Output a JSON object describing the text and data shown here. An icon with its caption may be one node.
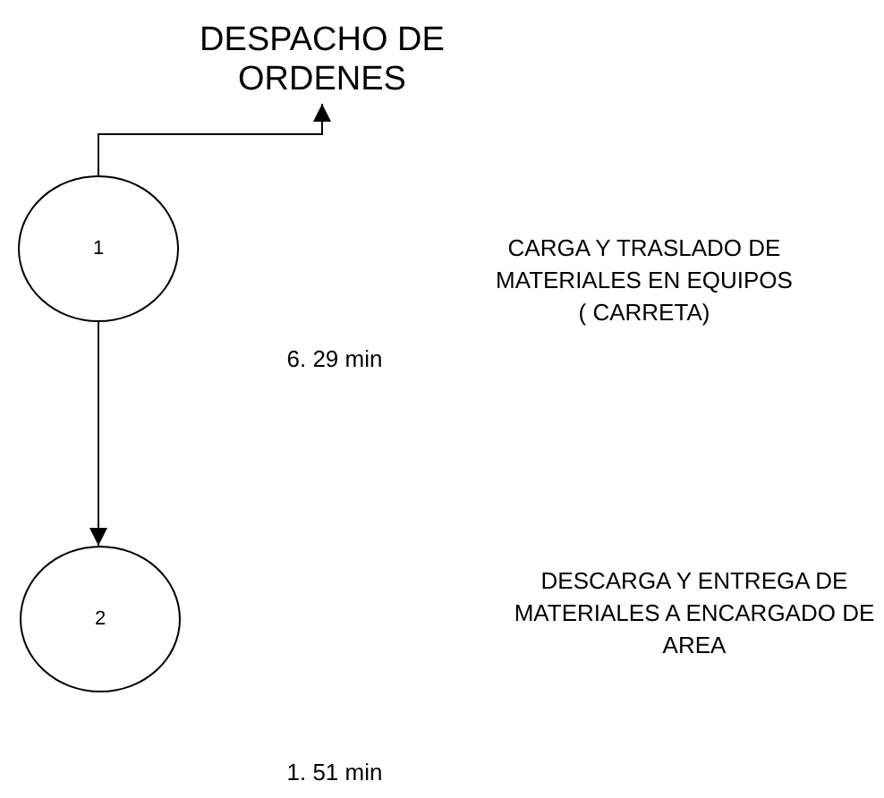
{
  "diagram": {
    "nodes": [
      {
        "text": [
          "DESPACHO DE ORDENES"
        ]
      },
      {
        "text": [
          "1"
        ]
      },
      {
        "text": [
          "2"
        ]
      }
    ],
    "edges": [
      {
        "from": 1,
        "to": 0,
        "arrow": "to"
      },
      {
        "from": 1,
        "to": 2,
        "arrow": "to"
      }
    ],
    "labels": [
      "CARGA Y TRASLADO DE MATERIALES EN EQUIPOS ( CARRETA)",
      "6. 29 min",
      "DESCARGA Y ENTREGA DE MATERIALES A ENCARGADO DE AREA",
      "1. 51 min"
    ]
  }
}
